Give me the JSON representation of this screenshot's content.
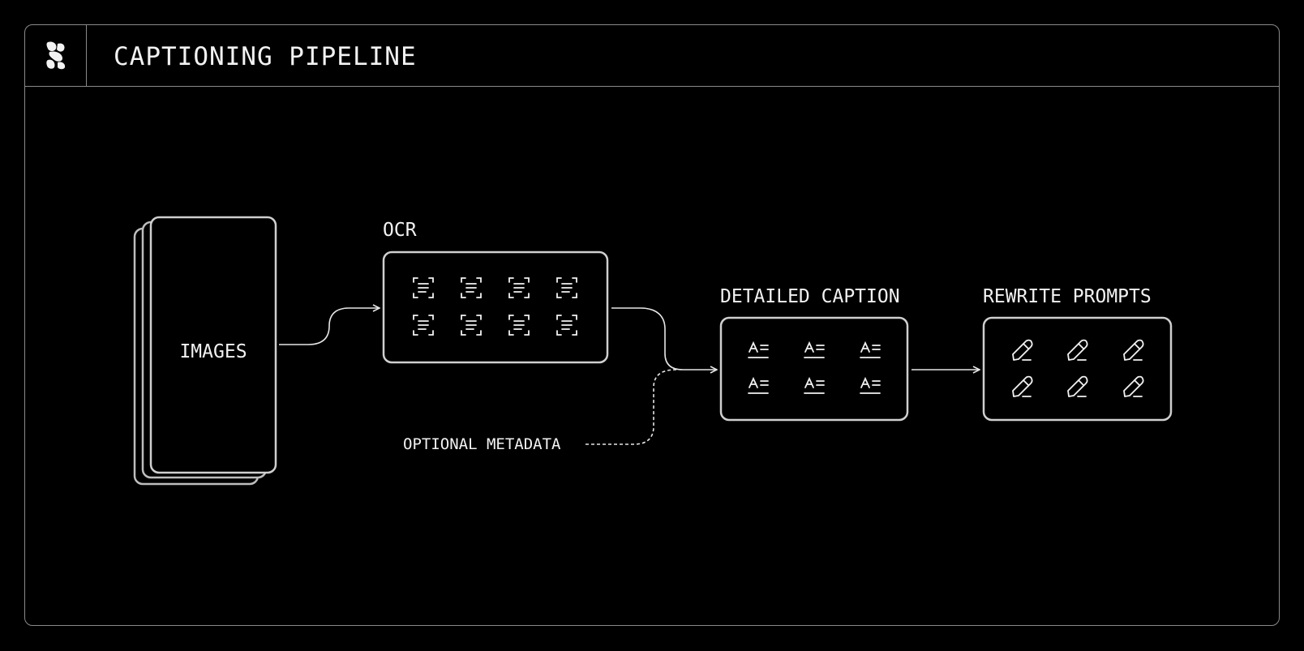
{
  "header": {
    "title": "CAPTIONING PIPELINE",
    "logo_icon": "brand-logo-icon"
  },
  "nodes": {
    "images": {
      "label": "IMAGES"
    },
    "ocr": {
      "label": "OCR",
      "icon": "text-scan-icon",
      "icon_count": 8
    },
    "detailed_caption": {
      "label": "DETAILED CAPTION",
      "icon": "text-format-icon",
      "icon_count": 6
    },
    "rewrite_prompts": {
      "label": "REWRITE PROMPTS",
      "icon": "pencil-icon",
      "icon_count": 6
    }
  },
  "optional_input": {
    "label": "OPTIONAL METADATA"
  },
  "edges": [
    {
      "from": "images",
      "to": "ocr",
      "style": "solid"
    },
    {
      "from": "ocr",
      "to": "detailed_caption",
      "style": "solid"
    },
    {
      "from": "optional_input",
      "to": "detailed_caption",
      "style": "dashed"
    },
    {
      "from": "detailed_caption",
      "to": "rewrite_prompts",
      "style": "solid"
    }
  ],
  "colors": {
    "background": "#000000",
    "stroke": "#cfcfcf",
    "text": "#f2f2f2",
    "frame": "#8a8a8a"
  }
}
